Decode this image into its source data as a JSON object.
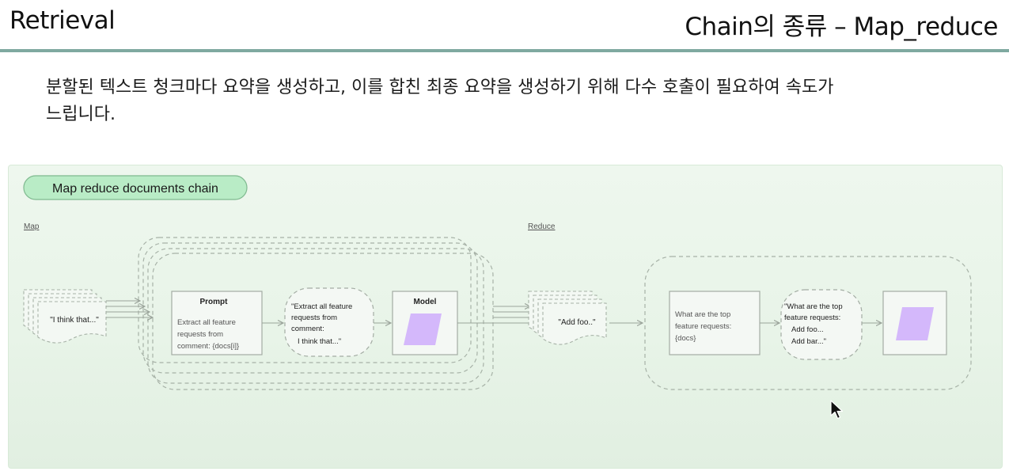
{
  "header": {
    "left_title": "Retrieval",
    "right_title": "Chain의 종류 – Map_reduce"
  },
  "description": {
    "line1": "분할된 텍스트 청크마다 요약을 생성하고, 이를 합친 최종 요약을 생성하기 위해 다수 호출이 필요하여 속도가",
    "line2": "느립니다."
  },
  "diagram": {
    "badge": "Map reduce documents chain",
    "map_label": "Map",
    "reduce_label": "Reduce",
    "map_input_doc": "\"I think that...\"",
    "prompt_title": "Prompt",
    "prompt_text": [
      "Extract all feature",
      "requests from",
      "comment: {docs[i]}"
    ],
    "filled_prompt": [
      "\"Extract all feature",
      "requests from",
      "comment:",
      "I think that...\""
    ],
    "model_title": "Model",
    "map_output_doc": "\"Add foo..\"",
    "reduce_prompt": [
      "What are the top",
      "feature requests:",
      "{docs}"
    ],
    "reduce_filled": [
      "\"What are the top",
      "feature requests:",
      "Add foo...",
      "Add bar...\""
    ]
  },
  "colors": {
    "panel_bg": "#eaf5ea",
    "badge_bg": "#b9ecc6",
    "model_fill": "#d4b8fb",
    "accent_rule": "#7fa9a0"
  }
}
